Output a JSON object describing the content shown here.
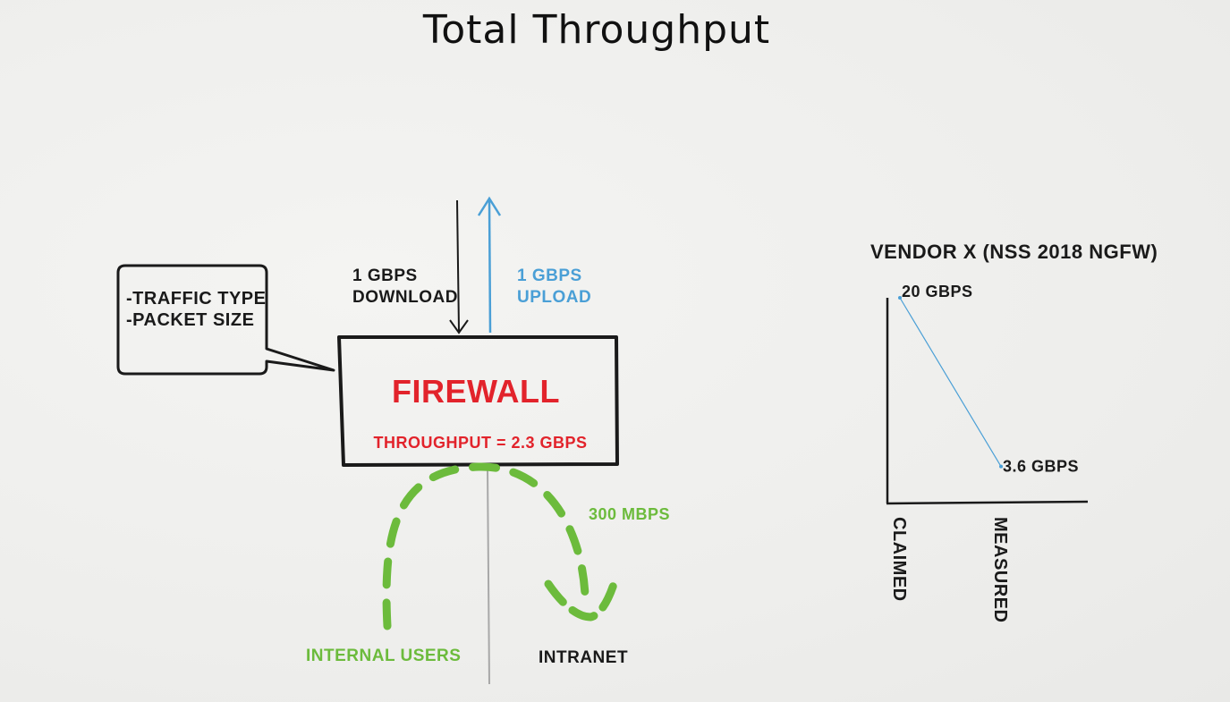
{
  "title": "Total Throughput",
  "callout": {
    "line1": "-TRAFFIC TYPE",
    "line2": "-PACKET SIZE"
  },
  "download": {
    "line1": "1 GBPS",
    "line2": "DOWNLOAD"
  },
  "upload": {
    "line1": "1 GBPS",
    "line2": "UPLOAD"
  },
  "firewall": {
    "name": "FIREWALL",
    "throughput": "THROUGHPUT = 2.3 GBPS"
  },
  "internal_traffic": "300 MBPS",
  "internal_users": "INTERNAL USERS",
  "intranet": "INTRANET",
  "colors": {
    "dark": "#1a1a1a",
    "blue": "#4a9fd6",
    "red": "#e2232b",
    "green": "#6cbb3c"
  },
  "chart_data": {
    "type": "line",
    "title": "VENDOR X (NSS 2018 NGFW)",
    "categories": [
      "CLAIMED",
      "MEASURED"
    ],
    "values": [
      20,
      3.6
    ],
    "data_labels": [
      "20 GBPS",
      "3.6 GBPS"
    ],
    "unit": "GBPS",
    "ylim": [
      0,
      20
    ],
    "xlabel": "",
    "ylabel": ""
  }
}
